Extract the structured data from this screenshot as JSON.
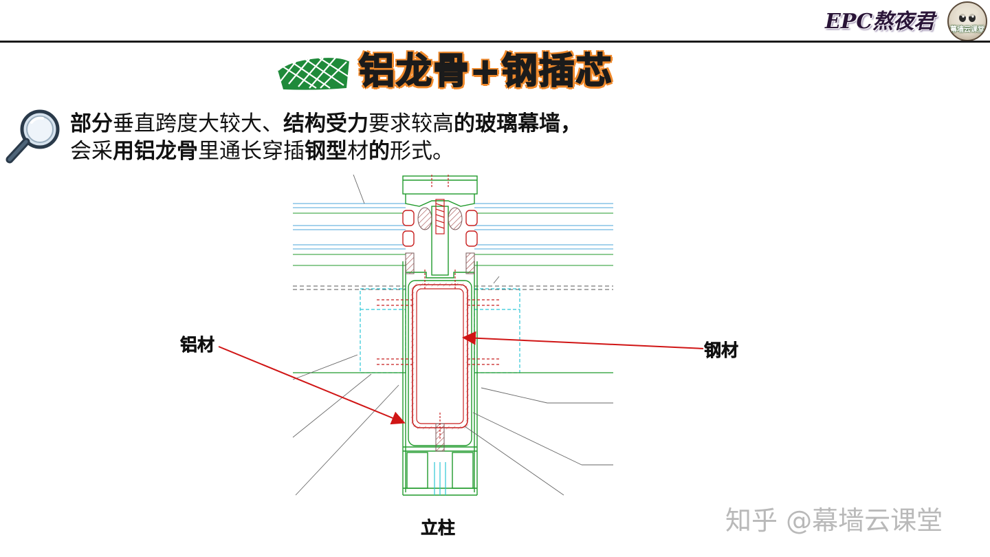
{
  "header": {
    "brand": "EPC熬夜君",
    "avatar_text": "幕墙云课堂"
  },
  "title": "铝龙骨+钢插芯",
  "description": {
    "line1": [
      {
        "text": "部分",
        "bold": true
      },
      {
        "text": "垂直跨度大较大、",
        "bold": false
      },
      {
        "text": "结构受力",
        "bold": true
      },
      {
        "text": "要求较高",
        "bold": false
      },
      {
        "text": "的玻璃幕墙，",
        "bold": true
      }
    ],
    "line2": [
      {
        "text": "会采",
        "bold": false
      },
      {
        "text": "用铝龙骨",
        "bold": true
      },
      {
        "text": "里通长穿插",
        "bold": false
      },
      {
        "text": "钢型",
        "bold": true
      },
      {
        "text": "材",
        "bold": false
      },
      {
        "text": "的",
        "bold": true
      },
      {
        "text": "形式。",
        "bold": false
      }
    ]
  },
  "labels": {
    "aluminum": "铝材",
    "steel": "钢材",
    "mullion": "立柱"
  },
  "watermark": "知乎 @幕墙云课堂",
  "colors": {
    "arrow": "#d01515",
    "drawing_green": "#1f9a2a",
    "drawing_cyan": "#2bc6d6",
    "drawing_red": "#c81e1e",
    "glass_blue": "#4aa6d8",
    "title_outline": "#f08a2c",
    "logo_green": "#1f8a3a"
  }
}
